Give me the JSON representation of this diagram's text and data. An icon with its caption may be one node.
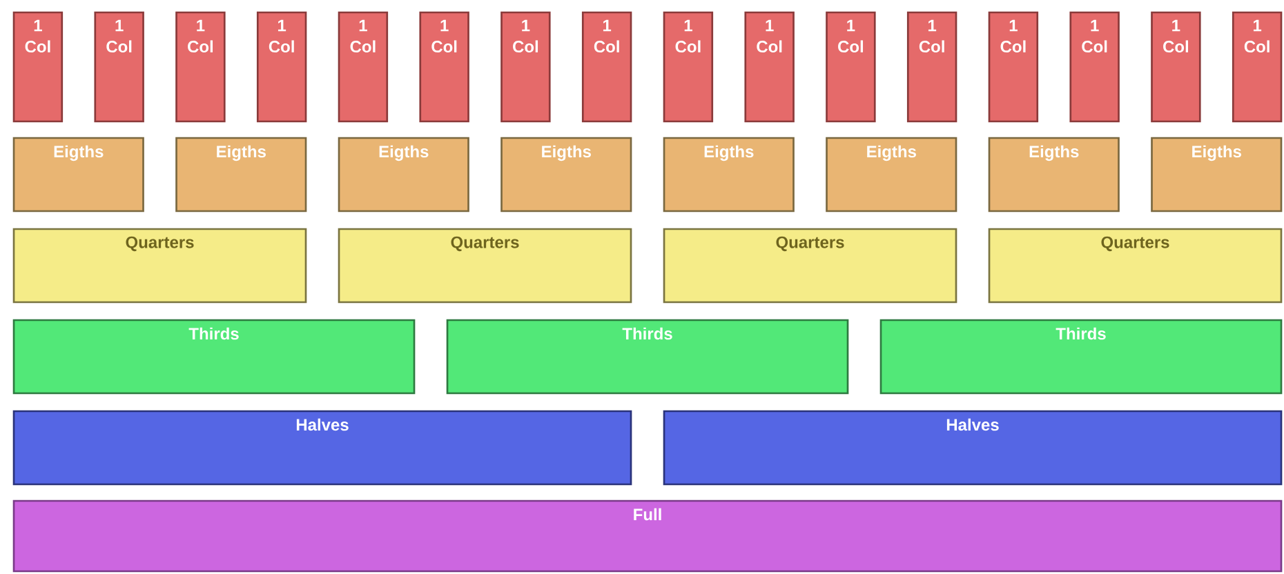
{
  "diagram": {
    "nodes": [
      {
        "text": [
          "1 Col"
        ]
      },
      {
        "text": [
          "1 Col"
        ]
      },
      {
        "text": [
          "1 Col"
        ]
      },
      {
        "text": [
          "1 Col"
        ]
      },
      {
        "text": [
          "1 Col"
        ]
      },
      {
        "text": [
          "1 Col"
        ]
      },
      {
        "text": [
          "1 Col"
        ]
      },
      {
        "text": [
          "1 Col"
        ]
      },
      {
        "text": [
          "1 Col"
        ]
      },
      {
        "text": [
          "1 Col"
        ]
      },
      {
        "text": [
          "1 Col"
        ]
      },
      {
        "text": [
          "1 Col"
        ]
      },
      {
        "text": [
          "1 Col"
        ]
      },
      {
        "text": [
          "1 Col"
        ]
      },
      {
        "text": [
          "1 Col"
        ]
      },
      {
        "text": [
          "1 Col"
        ]
      },
      {
        "text": [
          "Eigths"
        ]
      },
      {
        "text": [
          "Eigths"
        ]
      },
      {
        "text": [
          "Eigths"
        ]
      },
      {
        "text": [
          "Eigths"
        ]
      },
      {
        "text": [
          "Eigths"
        ]
      },
      {
        "text": [
          "Eigths"
        ]
      },
      {
        "text": [
          "Eigths"
        ]
      },
      {
        "text": [
          "Eigths"
        ]
      },
      {
        "text": [
          "Quarters"
        ]
      },
      {
        "text": [
          "Quarters"
        ]
      },
      {
        "text": [
          "Quarters"
        ]
      },
      {
        "text": [
          "Quarters"
        ]
      },
      {
        "text": [
          "Thirds"
        ]
      },
      {
        "text": [
          "Thirds"
        ]
      },
      {
        "text": [
          "Thirds"
        ]
      },
      {
        "text": [
          "Halves"
        ]
      },
      {
        "text": [
          "Halves"
        ]
      },
      {
        "text": [
          "Full"
        ]
      }
    ]
  }
}
